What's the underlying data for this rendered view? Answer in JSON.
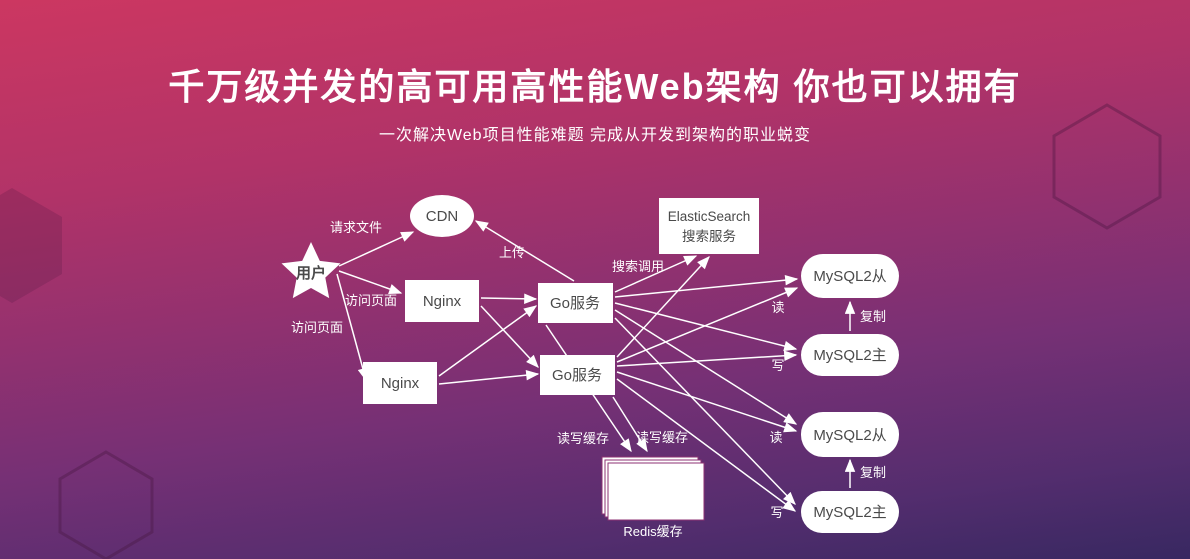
{
  "header": {
    "title": "千万级并发的高可用高性能Web架构 你也可以拥有",
    "subtitle": "一次解决Web项目性能难题 完成从开发到架构的职业蜕变"
  },
  "diagram": {
    "nodes": {
      "user": "用户",
      "cdn": "CDN",
      "nginx1": "Nginx",
      "nginx2": "Nginx",
      "go1": "Go服务",
      "go2": "Go服务",
      "es_line1": "ElasticSearch",
      "es_line2": "搜索服务",
      "mysql_slave_top": "MySQL2从",
      "mysql_master_top": "MySQL2主",
      "mysql_slave_bottom": "MySQL2从",
      "mysql_master_bottom": "MySQL2主",
      "redis": "Redis缓存"
    },
    "edge_labels": {
      "request_file": "请求文件",
      "visit_page_1": "访问页面",
      "visit_page_2": "访问页面",
      "upload": "上传",
      "search_call": "搜索调用",
      "read_top": "读",
      "write_top": "写",
      "replicate_top": "复制",
      "read_bottom": "读",
      "write_bottom": "写",
      "replicate_bottom": "复制",
      "rw_cache_left": "读写缓存",
      "rw_cache_right": "读写缓存"
    }
  },
  "colors": {
    "background_top": "#cc3761",
    "background_bottom": "#382861",
    "node_fill": "#ffffff",
    "node_text": "#4a4a4a",
    "line": "#ffffff"
  }
}
